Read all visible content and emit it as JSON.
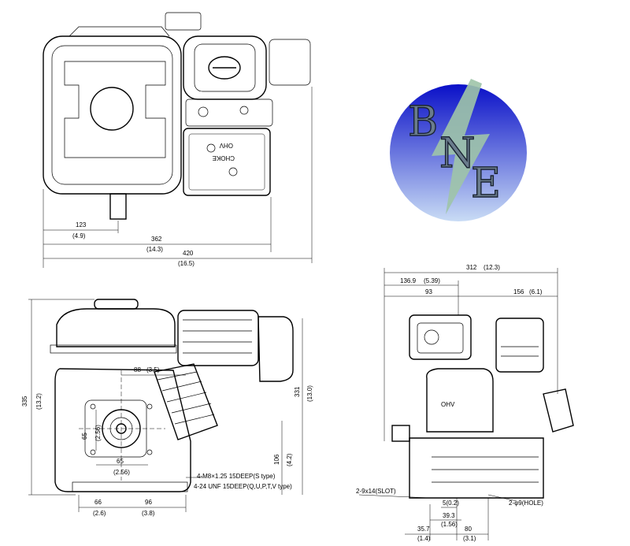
{
  "top_view": {
    "dims": [
      "123",
      "(4.9)",
      "362",
      "(14.3)",
      "420",
      "(16.5)"
    ],
    "engine_labels": [
      "OHV",
      "CHOKE"
    ]
  },
  "logo": {
    "letters": [
      "B",
      "N",
      "E"
    ],
    "colors": {
      "top": "#0a10c8",
      "bottom": "#c9dcf5",
      "bolt": "#9fc4a8"
    }
  },
  "side_view": {
    "dims": [
      "335",
      "(13.2)",
      "331",
      "(13.0)",
      "88",
      "(3.5)",
      "65",
      "(2.56)",
      "65",
      "(2.56)",
      "106",
      "(4.2)",
      "66",
      "(2.6)",
      "96",
      "(3.8)"
    ],
    "notes": [
      "4-M8×1.25 15DEEP(S type)",
      "4-24 UNF 15DEEP(Q,U,P,T,V type)"
    ]
  },
  "front_view": {
    "dims": [
      "312",
      "(12.3)",
      "136.9",
      "(5.39)",
      "93",
      "156",
      "(6.1)",
      "5(0.2)",
      "39.3",
      "(1.56)",
      "35.7",
      "(1.4)",
      "80",
      "(3.1)"
    ],
    "notes": [
      "2-9x14(SLOT)",
      "2-φ9(HOLE)"
    ],
    "engine_label": "OHV"
  }
}
